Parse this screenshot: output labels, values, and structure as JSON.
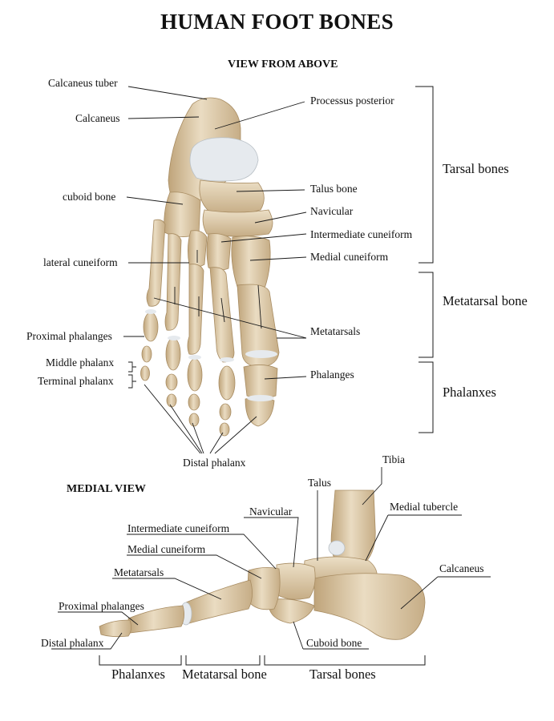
{
  "title": "HUMAN FOOT BONES",
  "top_view": {
    "heading": "VIEW FROM ABOVE",
    "labels_left": {
      "calcaneus_tuber": "Calcaneus tuber",
      "calcaneus": "Calcaneus",
      "cuboid_bone": "cuboid bone",
      "lateral_cuneiform": "lateral cuneiform",
      "proximal_phalanges": "Proximal phalanges",
      "middle_phalanx": "Middle phalanx",
      "terminal_phalanx": "Terminal phalanx"
    },
    "labels_right": {
      "processus_posterior": "Processus posterior",
      "talus_bone": "Talus  bone",
      "navicular": "Navicular",
      "intermediate_cuneiform": "Intermediate cuneiform",
      "medial_cuneiform": "Medial cuneiform",
      "metatarsals": "Metatarsals",
      "phalanges": "Phalanges"
    },
    "distal_phalanx": "Distal phalanx",
    "groups": {
      "tarsal": "Tarsal bones",
      "metatarsal": "Metatarsal bone",
      "phalanxes": "Phalanxes"
    }
  },
  "medial_view": {
    "heading": "MEDIAL VIEW",
    "labels": {
      "tibia": "Tibia",
      "talus": "Talus",
      "navicular": "Navicular",
      "medial_tubercle": "Medial tubercle",
      "intermediate_cuneiform": "Intermediate cuneiform",
      "medial_cuneiform": "Medial cuneiform",
      "metatarsals": "Metatarsals",
      "calcaneus": "Calcaneus",
      "proximal_phalanges": "Proximal phalanges",
      "distal_phalanx": "Distal phalanx",
      "cuboid_bone": "Cuboid bone"
    },
    "groups": {
      "phalanxes": "Phalanxes",
      "metatarsal": "Metatarsal bone",
      "tarsal": "Tarsal bones"
    }
  },
  "colors": {
    "bone": "#e3d3b6",
    "bone_shade": "#c4ab83",
    "cartilage": "#e8ecef",
    "line": "#1a1a1a"
  }
}
